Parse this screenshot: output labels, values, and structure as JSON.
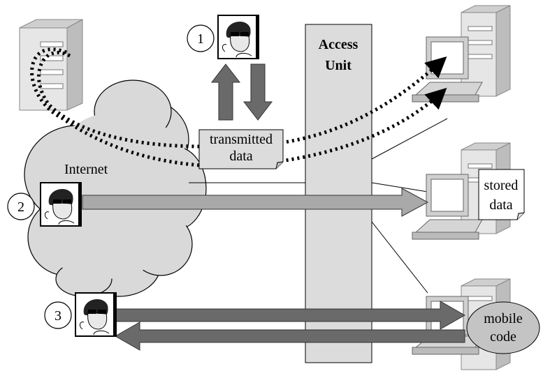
{
  "diagram": {
    "access_unit_label_line1": "Access",
    "access_unit_label_line2": "Unit",
    "internet_label": "Internet",
    "transmitted_data_line1": "transmitted",
    "transmitted_data_line2": "data",
    "stored_data_line1": "stored",
    "stored_data_line2": "data",
    "mobile_code_line1": "mobile",
    "mobile_code_line2": "code",
    "scenario_markers": [
      "1",
      "2",
      "3"
    ]
  },
  "colors": {
    "cloud_fill": "#d9d9d9",
    "access_unit_fill": "#dcdcdc",
    "arrow_light": "#a9a9a9",
    "arrow_dark": "#6a6a6a",
    "computer_body": "#e6e6e6",
    "dotted_path": "#000000"
  },
  "icons": [
    "user-face-icon",
    "tower-computer-icon",
    "desktop-computer-icon"
  ]
}
